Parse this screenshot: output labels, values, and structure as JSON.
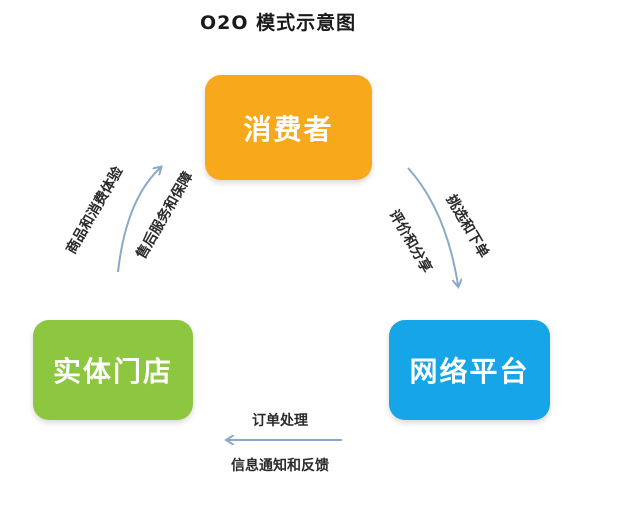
{
  "title": "O2O 模式示意图",
  "nodes": {
    "consumer": "消费者",
    "store": "实体门店",
    "platform": "网络平台"
  },
  "edges": {
    "store_to_consumer": {
      "outer": "商品和消费体验",
      "inner": "售后服务和保障"
    },
    "consumer_to_platform": {
      "outer": "挑选和下单",
      "inner": "评价和分享"
    },
    "platform_to_store": {
      "top": "订单处理",
      "bottom": "信息通知和反馈"
    }
  },
  "colors": {
    "consumer": "#f7a81b",
    "store": "#8dc63f",
    "platform": "#16a5e6",
    "arrow": "#8aa9c8"
  }
}
